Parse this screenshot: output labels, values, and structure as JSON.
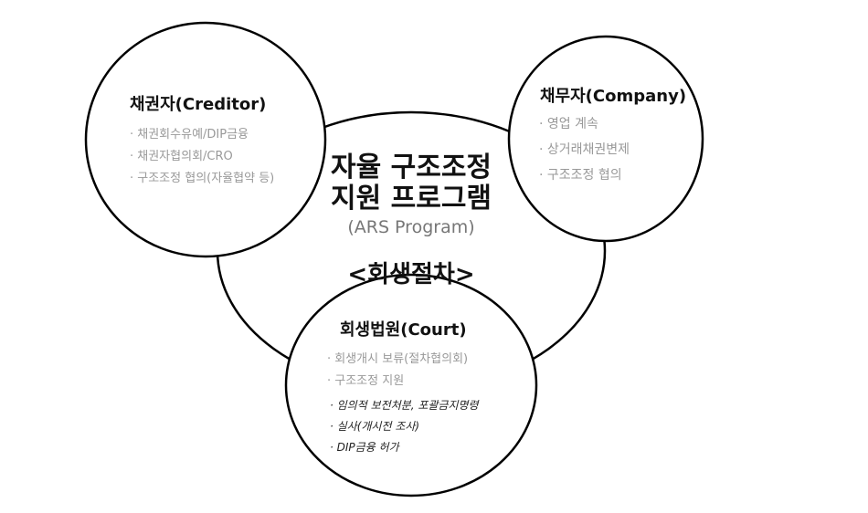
{
  "center": {
    "title_line1": "자율 구조조정",
    "title_line2": "지원 프로그램",
    "subtitle": "(ARS Program)",
    "label": "<회생절차>"
  },
  "creditor": {
    "heading": "채권자(Creditor)",
    "items": [
      "· 채권회수유예/DIP금융",
      "· 채권자협의회/CRO",
      "· 구조조정 협의(자율협약 등)"
    ]
  },
  "company": {
    "heading": "채무자(Company)",
    "items": [
      "· 영업 계속",
      "· 상거래채권변제",
      "· 구조조정 협의"
    ]
  },
  "court": {
    "heading": "회생법원(Court)",
    "items": [
      "· 회생개시 보류(절차협의회)",
      "· 구조조정 지원"
    ],
    "sub_items": [
      "· 임의적 보전처분, 포괄금지명령",
      "· 실사(개시전 조사)",
      "· DIP금융 허가"
    ]
  }
}
